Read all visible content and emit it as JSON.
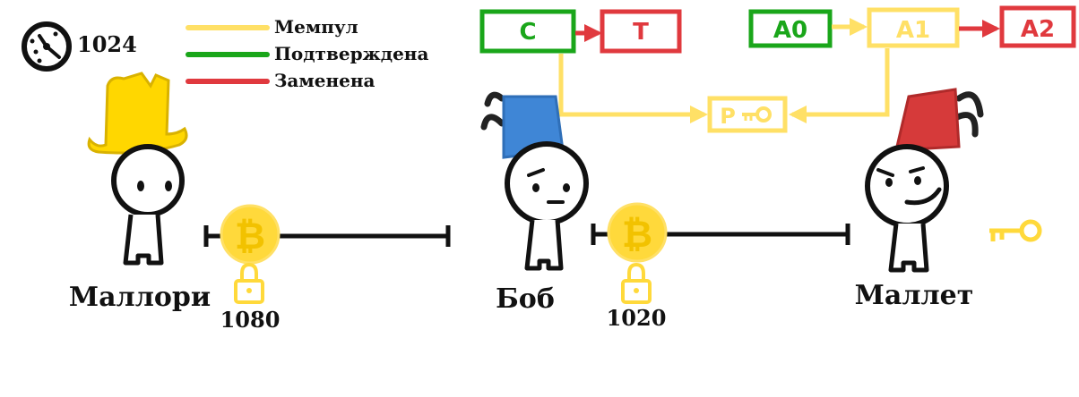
{
  "clock": {
    "value": "1024"
  },
  "legend": [
    {
      "label": "Мемпул",
      "color": "#ffe066"
    },
    {
      "label": "Подтверждена",
      "color": "#1aa61a"
    },
    {
      "label": "Заменена",
      "color": "#e0393e"
    }
  ],
  "transactions": {
    "C": {
      "label": "C",
      "status_color": "#1aa61a"
    },
    "T": {
      "label": "T",
      "status_color": "#e0393e"
    },
    "A0": {
      "label": "A0",
      "status_color": "#1aa61a"
    },
    "A1": {
      "label": "A1",
      "status_color": "#ffe066"
    },
    "A2": {
      "label": "A2",
      "status_color": "#e0393e"
    },
    "P": {
      "label": "P",
      "status_color": "#ffe066"
    }
  },
  "characters": {
    "mallory": {
      "name": "Маллори",
      "hat_color": "#ffd700"
    },
    "bob": {
      "name": "Боб",
      "hat_color": "#3f86d6"
    },
    "mallet": {
      "name": "Маллет",
      "hat_color": "#d63a3a"
    }
  },
  "channels": {
    "left": {
      "timelock": "1080"
    },
    "right": {
      "timelock": "1020"
    }
  },
  "colors": {
    "coin": "#ffd93b",
    "coin_symbol": "#f5c400",
    "line": "#111111",
    "lock": "#ffd93b",
    "key": "#ffd93b"
  },
  "icons": [
    "clock-icon",
    "bitcoin-icon",
    "lock-icon",
    "key-icon"
  ]
}
